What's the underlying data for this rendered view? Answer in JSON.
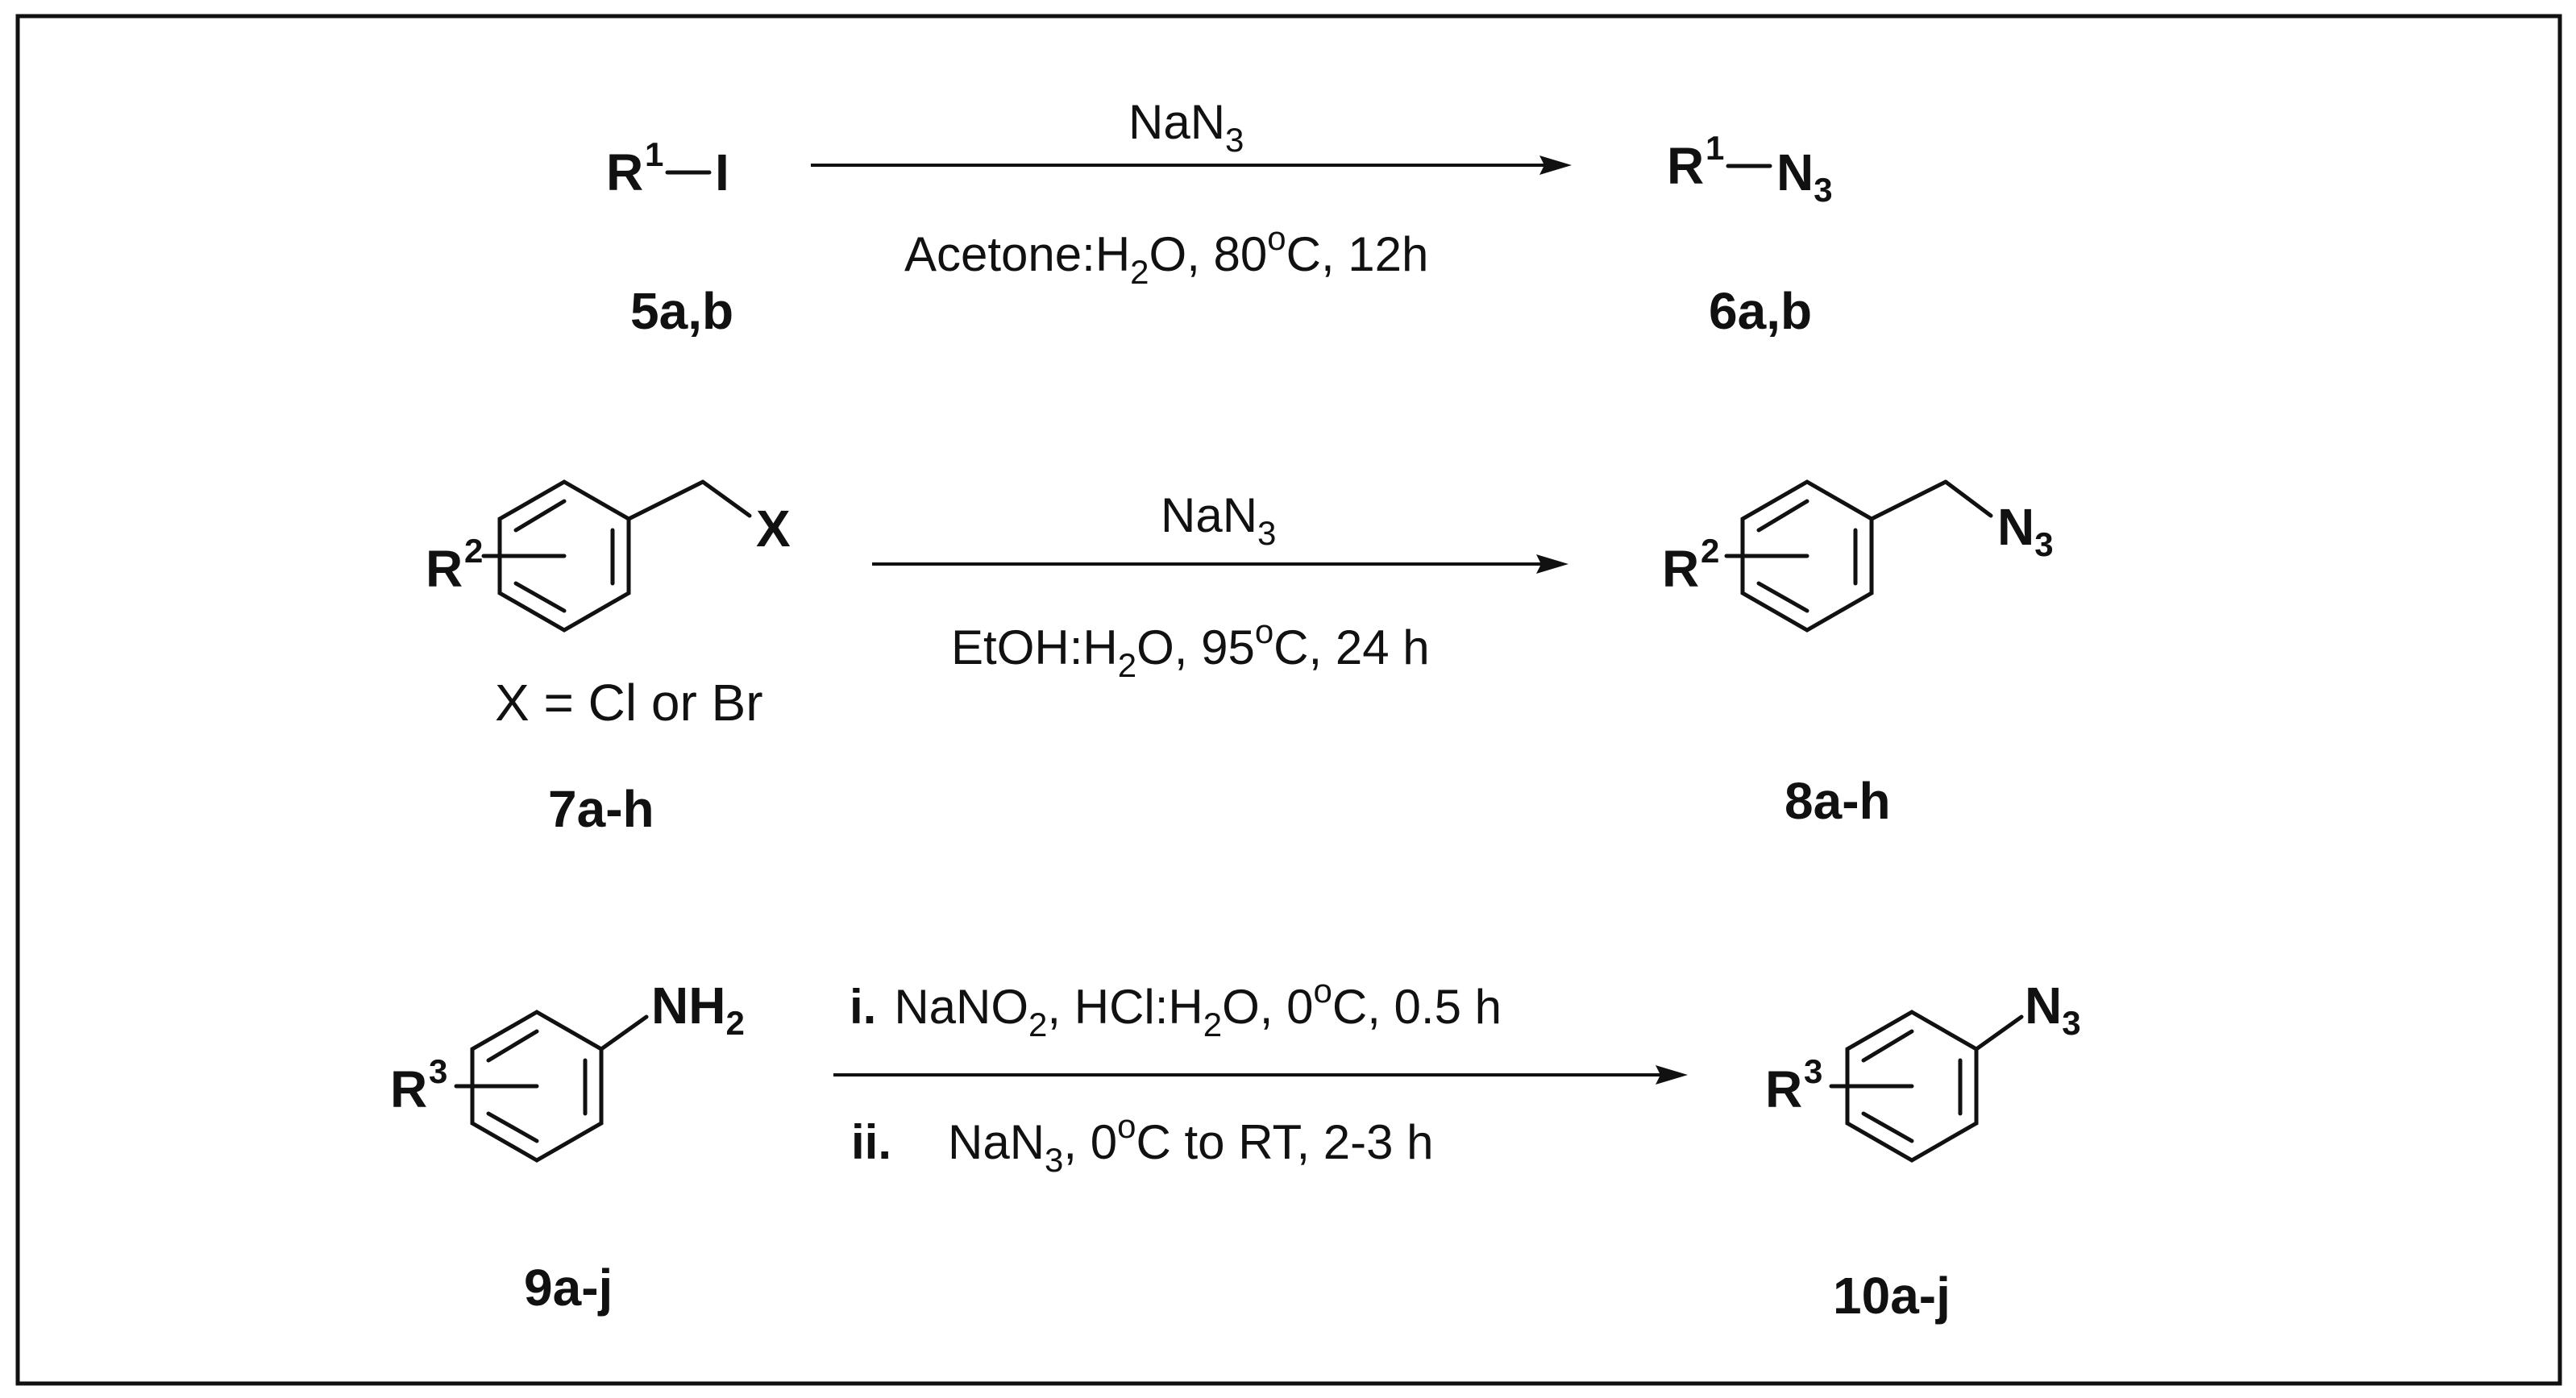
{
  "reaction1": {
    "reactant_r": "R",
    "reactant_sup": "1",
    "reactant_i": "I",
    "reagent_na": "NaN",
    "reagent_sub": "3",
    "cond_a": "Acetone:H",
    "cond_sub": "2",
    "cond_b": "O, 80",
    "cond_sup": "o",
    "cond_c": "C, 12h",
    "product_r": "R",
    "product_sup": "1",
    "product_n": "N",
    "product_sub": "3",
    "reactant_label": "5a,b",
    "product_label": "6a,b"
  },
  "reaction2": {
    "reactant_r": "R",
    "reactant_sup": "2",
    "reactant_x": "X",
    "x_note": "X = Cl or Br",
    "reagent_na": "NaN",
    "reagent_sub": "3",
    "cond_a": "EtOH:H",
    "cond_sub": "2",
    "cond_b": "O, 95",
    "cond_sup": "o",
    "cond_c": "C, 24 h",
    "product_r": "R",
    "product_sup": "2",
    "product_n": "N",
    "product_sub": "3",
    "reactant_label": "7a-h",
    "product_label": "8a-h"
  },
  "reaction3": {
    "reactant_r": "R",
    "reactant_sup": "3",
    "reactant_nh": "NH",
    "reactant_nh_sub": "2",
    "step1_num": "i.",
    "step1_a": "NaNO",
    "step1_sub1": "2",
    "step1_b": ", HCl:H",
    "step1_sub2": "2",
    "step1_c": "O, 0",
    "step1_sup": "o",
    "step1_d": "C, 0.5 h",
    "step2_num": "ii.",
    "step2_a": "NaN",
    "step2_sub": "3",
    "step2_b": ", 0",
    "step2_sup": "o",
    "step2_c": "C to RT, 2-3 h",
    "product_r": "R",
    "product_sup": "3",
    "product_n": "N",
    "product_sub": "3",
    "reactant_label": "9a-j",
    "product_label": "10a-j"
  }
}
